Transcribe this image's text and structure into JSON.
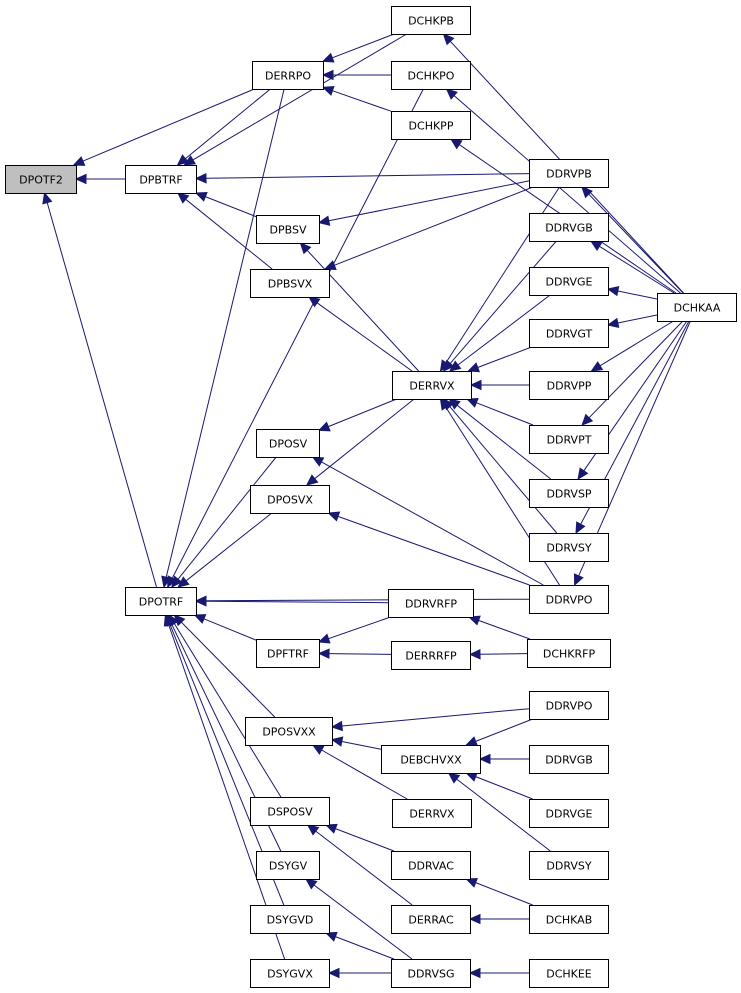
{
  "diagram": {
    "colors": {
      "edge": "#191970",
      "node_border": "#000000",
      "node_fill": "#ffffff",
      "root_fill": "#bfbfbf"
    },
    "nodes": [
      {
        "id": "DPOTF2",
        "label": "DPOTF2"
      },
      {
        "id": "DPBTRF",
        "label": "DPBTRF"
      },
      {
        "id": "DERRPO",
        "label": "DERRPO"
      },
      {
        "id": "DCHKPB",
        "label": "DCHKPB"
      },
      {
        "id": "DCHKPO",
        "label": "DCHKPO"
      },
      {
        "id": "DCHKPP",
        "label": "DCHKPP"
      },
      {
        "id": "DDRVPB",
        "label": "DDRVPB"
      },
      {
        "id": "DPBSV",
        "label": "DPBSV"
      },
      {
        "id": "DDRVGB",
        "label": "DDRVGB"
      },
      {
        "id": "DPBSVX",
        "label": "DPBSVX"
      },
      {
        "id": "DDRVGE",
        "label": "DDRVGE"
      },
      {
        "id": "DCHKAA",
        "label": "DCHKAA"
      },
      {
        "id": "DDRVGT",
        "label": "DDRVGT"
      },
      {
        "id": "DERRVX",
        "label": "DERRVX"
      },
      {
        "id": "DDRVPP",
        "label": "DDRVPP"
      },
      {
        "id": "DPOSV",
        "label": "DPOSV"
      },
      {
        "id": "DDRVPT",
        "label": "DDRVPT"
      },
      {
        "id": "DDRVSP",
        "label": "DDRVSP"
      },
      {
        "id": "DPOSVX",
        "label": "DPOSVX"
      },
      {
        "id": "DDRVSY",
        "label": "DDRVSY"
      },
      {
        "id": "DPOTRF",
        "label": "DPOTRF"
      },
      {
        "id": "DDRVPO",
        "label": "DDRVPO"
      },
      {
        "id": "DDRVRFP",
        "label": "DDRVRFP"
      },
      {
        "id": "DPFTRF",
        "label": "DPFTRF"
      },
      {
        "id": "DERRRFP",
        "label": "DERRRFP"
      },
      {
        "id": "DCHKRFP",
        "label": "DCHKRFP"
      },
      {
        "id": "DPOSVXX",
        "label": "DPOSVXX"
      },
      {
        "id": "DDRVPO_2",
        "label": "DDRVPO"
      },
      {
        "id": "DEBCHVXX",
        "label": "DEBCHVXX"
      },
      {
        "id": "DDRVGB_2",
        "label": "DDRVGB"
      },
      {
        "id": "DERRVX_2",
        "label": "DERRVX"
      },
      {
        "id": "DSPOSV",
        "label": "DSPOSV"
      },
      {
        "id": "DDRVGE_2",
        "label": "DDRVGE"
      },
      {
        "id": "DDRVAC",
        "label": "DDRVAC"
      },
      {
        "id": "DDRVSY_2",
        "label": "DDRVSY"
      },
      {
        "id": "DSYGV",
        "label": "DSYGV"
      },
      {
        "id": "DERRAC",
        "label": "DERRAC"
      },
      {
        "id": "DCHKAB",
        "label": "DCHKAB"
      },
      {
        "id": "DSYGVD",
        "label": "DSYGVD"
      },
      {
        "id": "DSYGVX",
        "label": "DSYGVX"
      },
      {
        "id": "DDRVSG",
        "label": "DDRVSG"
      },
      {
        "id": "DCHKEE",
        "label": "DCHKEE"
      }
    ],
    "edges": [
      {
        "from": "DPBTRF",
        "to": "DPOTF2"
      },
      {
        "from": "DERRPO",
        "to": "DPOTF2"
      },
      {
        "from": "DPOTRF",
        "to": "DPOTF2"
      },
      {
        "from": "DCHKPB",
        "to": "DERRPO"
      },
      {
        "from": "DCHKPO",
        "to": "DERRPO"
      },
      {
        "from": "DCHKPP",
        "to": "DERRPO"
      },
      {
        "from": "DCHKAA",
        "to": "DCHKPB"
      },
      {
        "from": "DCHKAA",
        "to": "DCHKPO"
      },
      {
        "from": "DCHKAA",
        "to": "DCHKPP"
      },
      {
        "from": "DERRPO",
        "to": "DPBTRF"
      },
      {
        "from": "DCHKPB",
        "to": "DPBTRF"
      },
      {
        "from": "DDRVPB",
        "to": "DPBTRF"
      },
      {
        "from": "DPBSV",
        "to": "DPBTRF"
      },
      {
        "from": "DPBSVX",
        "to": "DPBTRF"
      },
      {
        "from": "DDRVPB",
        "to": "DPBSV"
      },
      {
        "from": "DERRVX",
        "to": "DPBSV"
      },
      {
        "from": "DDRVPB",
        "to": "DPBSVX"
      },
      {
        "from": "DERRVX",
        "to": "DPBSVX"
      },
      {
        "from": "DCHKAA",
        "to": "DDRVPB"
      },
      {
        "from": "DCHKAA",
        "to": "DDRVGB"
      },
      {
        "from": "DCHKAA",
        "to": "DDRVGE"
      },
      {
        "from": "DCHKAA",
        "to": "DDRVGT"
      },
      {
        "from": "DCHKAA",
        "to": "DDRVPP"
      },
      {
        "from": "DCHKAA",
        "to": "DDRVPT"
      },
      {
        "from": "DCHKAA",
        "to": "DDRVSP"
      },
      {
        "from": "DCHKAA",
        "to": "DDRVSY"
      },
      {
        "from": "DCHKAA",
        "to": "DDRVPO"
      },
      {
        "from": "DDRVPB",
        "to": "DERRVX"
      },
      {
        "from": "DDRVGB",
        "to": "DERRVX"
      },
      {
        "from": "DDRVGE",
        "to": "DERRVX"
      },
      {
        "from": "DDRVGT",
        "to": "DERRVX"
      },
      {
        "from": "DDRVPP",
        "to": "DERRVX"
      },
      {
        "from": "DDRVPT",
        "to": "DERRVX"
      },
      {
        "from": "DDRVSP",
        "to": "DERRVX"
      },
      {
        "from": "DDRVSY",
        "to": "DERRVX"
      },
      {
        "from": "DDRVPO",
        "to": "DERRVX"
      },
      {
        "from": "DERRVX",
        "to": "DPOSV"
      },
      {
        "from": "DDRVPO",
        "to": "DPOSV"
      },
      {
        "from": "DERRVX",
        "to": "DPOSVX"
      },
      {
        "from": "DDRVPO",
        "to": "DPOSVX"
      },
      {
        "from": "DERRPO",
        "to": "DPOTRF"
      },
      {
        "from": "DCHKPO",
        "to": "DPOTRF"
      },
      {
        "from": "DPOSV",
        "to": "DPOTRF"
      },
      {
        "from": "DPOSVX",
        "to": "DPOTRF"
      },
      {
        "from": "DDRVPO",
        "to": "DPOTRF"
      },
      {
        "from": "DDRVRFP",
        "to": "DPOTRF"
      },
      {
        "from": "DPFTRF",
        "to": "DPOTRF"
      },
      {
        "from": "DPOSVXX",
        "to": "DPOTRF"
      },
      {
        "from": "DSPOSV",
        "to": "DPOTRF"
      },
      {
        "from": "DSYGV",
        "to": "DPOTRF"
      },
      {
        "from": "DSYGVD",
        "to": "DPOTRF"
      },
      {
        "from": "DSYGVX",
        "to": "DPOTRF"
      },
      {
        "from": "DDRVRFP",
        "to": "DPFTRF"
      },
      {
        "from": "DERRRFP",
        "to": "DPFTRF"
      },
      {
        "from": "DCHKRFP",
        "to": "DDRVRFP"
      },
      {
        "from": "DCHKRFP",
        "to": "DERRRFP"
      },
      {
        "from": "DDRVPO_2",
        "to": "DPOSVXX"
      },
      {
        "from": "DEBCHVXX",
        "to": "DPOSVXX"
      },
      {
        "from": "DERRVX_2",
        "to": "DPOSVXX"
      },
      {
        "from": "DDRVPO_2",
        "to": "DEBCHVXX"
      },
      {
        "from": "DDRVGB_2",
        "to": "DEBCHVXX"
      },
      {
        "from": "DDRVGE_2",
        "to": "DEBCHVXX"
      },
      {
        "from": "DDRVSY_2",
        "to": "DEBCHVXX"
      },
      {
        "from": "DDRVAC",
        "to": "DSPOSV"
      },
      {
        "from": "DERRAC",
        "to": "DSPOSV"
      },
      {
        "from": "DCHKAB",
        "to": "DDRVAC"
      },
      {
        "from": "DCHKAB",
        "to": "DERRAC"
      },
      {
        "from": "DDRVSG",
        "to": "DSYGV"
      },
      {
        "from": "DDRVSG",
        "to": "DSYGVD"
      },
      {
        "from": "DDRVSG",
        "to": "DSYGVX"
      },
      {
        "from": "DCHKEE",
        "to": "DDRVSG"
      }
    ]
  }
}
